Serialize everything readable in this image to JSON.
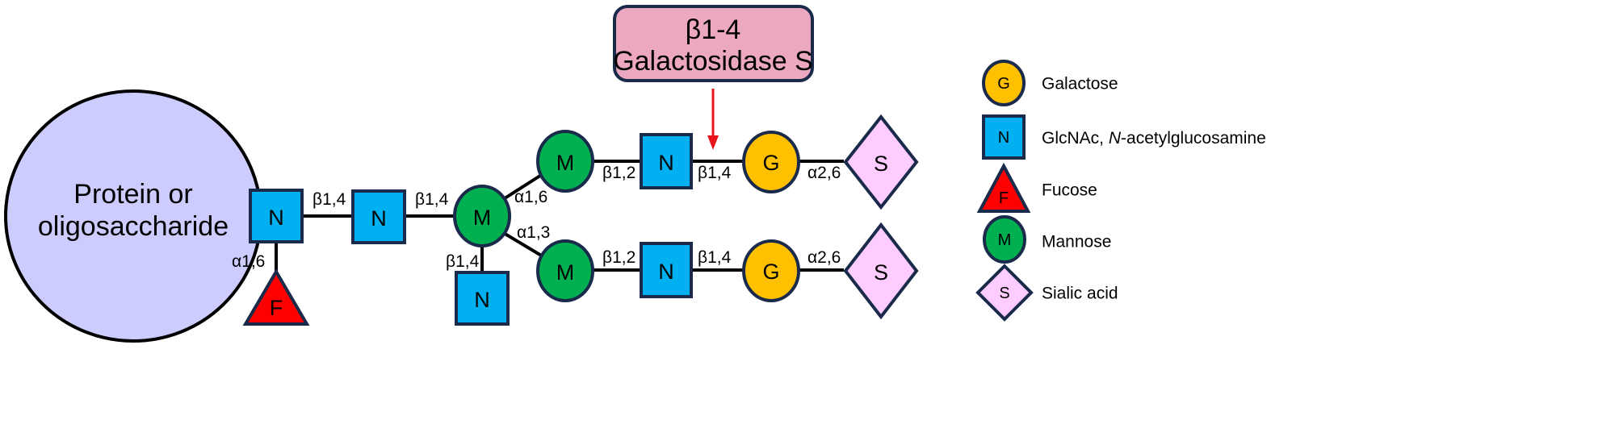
{
  "colors": {
    "protein": "#ccccff",
    "glcnac": "#00b0f0",
    "mannose": "#00b050",
    "galactose": "#ffc000",
    "fucose": "#ff0000",
    "sialic": "#ffccff",
    "enzyme_box": "#eca8c1",
    "outline": "#1a2a4a",
    "arrow": "#e8141c"
  },
  "enzyme": {
    "line1": "β1-4",
    "line2": "Galactosidase S"
  },
  "protein": {
    "line1": "Protein or",
    "line2": "oligosaccharide"
  },
  "symbols": {
    "N": "N",
    "M": "M",
    "G": "G",
    "F": "F",
    "S": "S"
  },
  "linkages": {
    "n1_n2": "β1,4",
    "n2_m1": "β1,4",
    "n1_f": "α1,6",
    "m1_mup": "α1,6",
    "m1_mlow": "α1,3",
    "m1_n3": "β1,4",
    "up_m_n": "β1,2",
    "up_n_g": "β1,4",
    "up_g_s": "α2,6",
    "low_m_n": "β1,2",
    "low_n_g": "β1,4",
    "low_g_s": "α2,6"
  },
  "legend": [
    {
      "symbol": "G",
      "shape": "circle",
      "label": "Galactose"
    },
    {
      "symbol": "N",
      "shape": "square",
      "label_prefix": "GlcNAc, ",
      "label_italic": "N",
      "label_suffix": "-acetylglucosamine"
    },
    {
      "symbol": "F",
      "shape": "triangle",
      "label": "Fucose"
    },
    {
      "symbol": "M",
      "shape": "circle",
      "label": "Mannose"
    },
    {
      "symbol": "S",
      "shape": "diamond",
      "label": "Sialic acid"
    }
  ]
}
